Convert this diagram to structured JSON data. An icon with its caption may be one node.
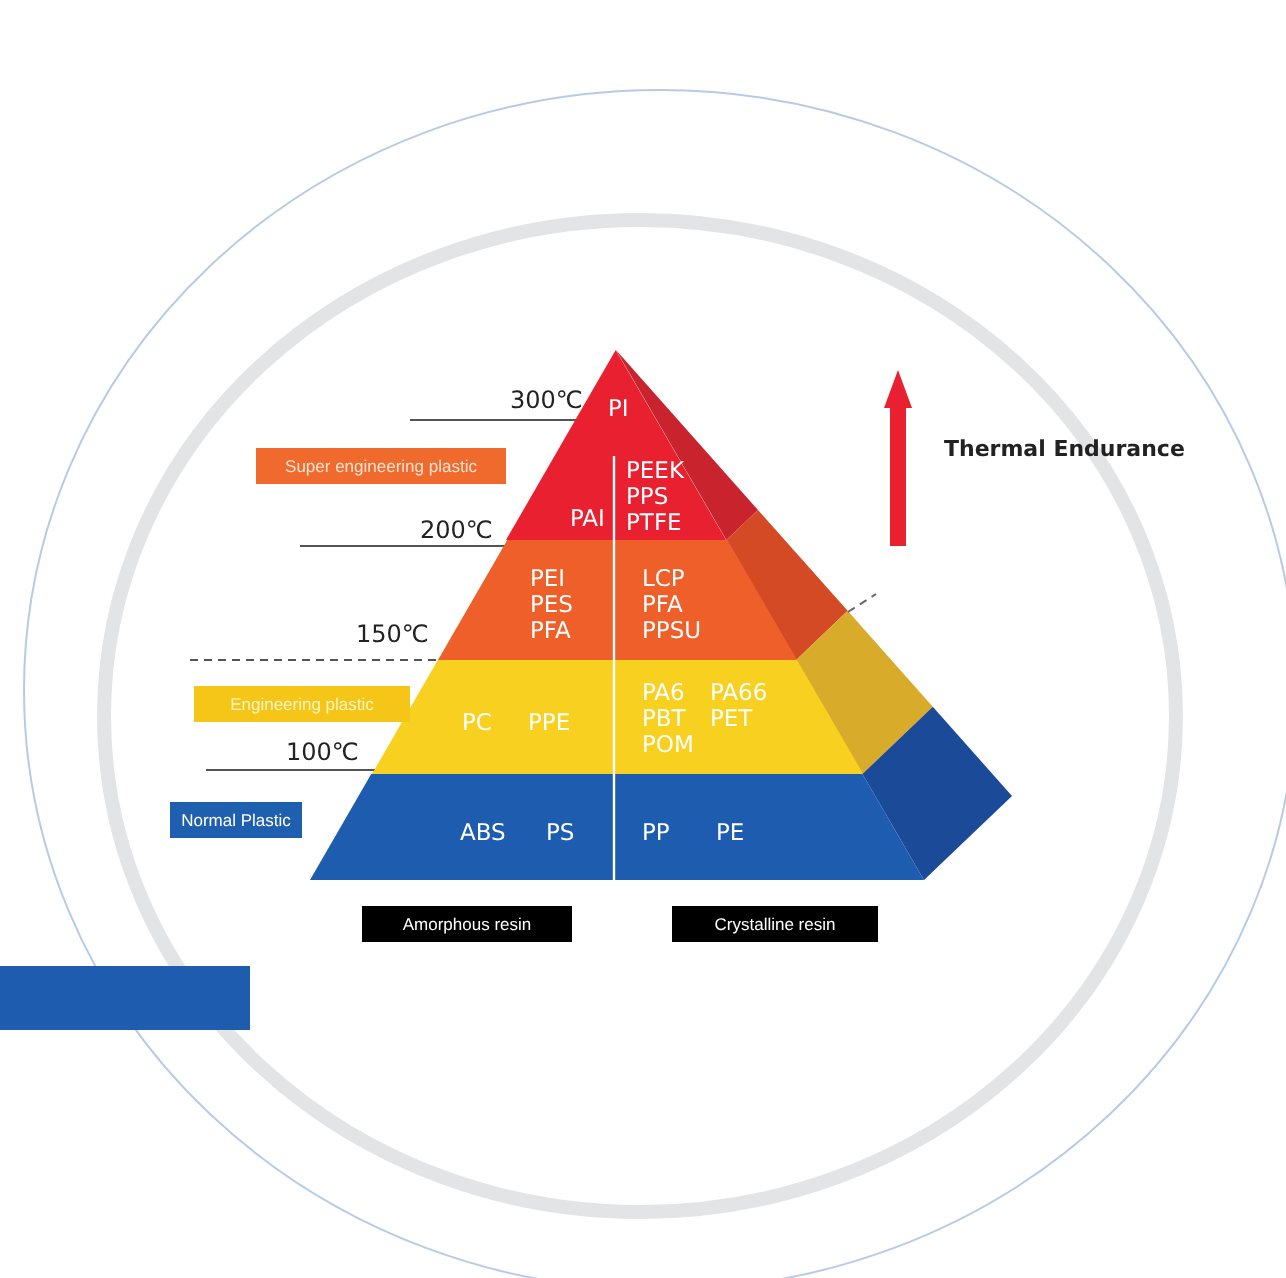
{
  "diagram": {
    "nodes": [
      {
        "text": [
          "PI",
          "PAI",
          "PEEK PPS PTFE"
        ]
      },
      {
        "text": [
          "PEI PES PFA",
          "LCP PFA PPSU"
        ]
      },
      {
        "text": [
          "PC",
          "PPE",
          "PA6 PBT POM",
          "PA66 PET"
        ]
      },
      {
        "text": [
          "ABS",
          "PS",
          "PP",
          "PE"
        ]
      },
      {
        "text": [
          "Super engineering plastic"
        ]
      },
      {
        "text": [
          "Engineering plastic"
        ]
      },
      {
        "text": [
          "Normal Plastic"
        ]
      },
      {
        "text": [
          "Amorphous resin"
        ]
      },
      {
        "text": [
          "Crystalline resin"
        ]
      }
    ],
    "edges": [],
    "labels": [
      "300℃",
      "Thermal Endurance",
      "200℃",
      "150℃",
      "100℃"
    ]
  }
}
